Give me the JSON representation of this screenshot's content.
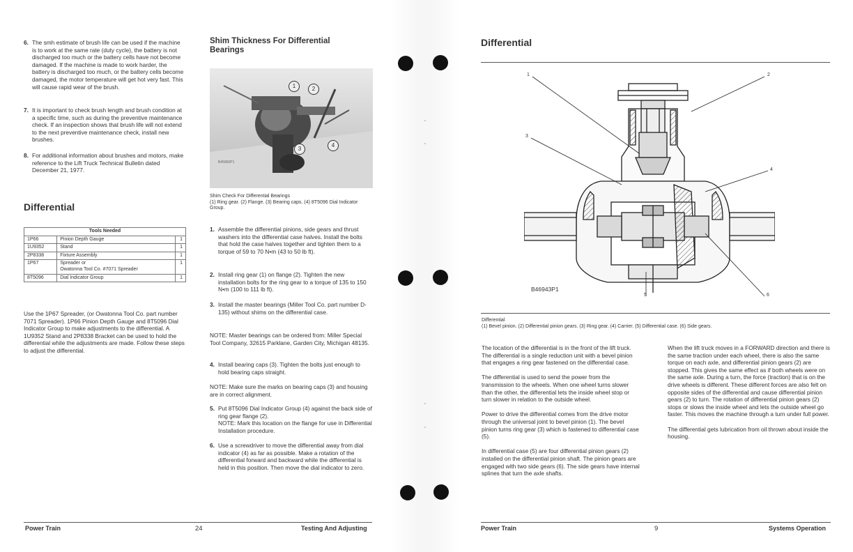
{
  "left_page": {
    "col1_items": [
      {
        "num": "6.",
        "text": "The smh estimate of brush life can be used if the machine is to work at the same rate (duty cycle), the battery is not discharged too much or the battery cells have not become damaged. If the machine is made to work harder, the battery is discharged too much, or the battery cells become damaged, the motor temperature will get hot very fast. This will cause rapid wear of the brush."
      },
      {
        "num": "7.",
        "text": "It is important to check brush length and brush condition at a specific time, such as during the preventive maintenance check. If an inspection shows that brush life will not extend to the next preventive maintenance check, install new brushes."
      },
      {
        "num": "8.",
        "text": "For additional information about brushes and motors, make reference to the Lift Truck Technical Bulletin dated December 21, 1977."
      }
    ],
    "section_title": "Differential",
    "tools_table": {
      "header": "Tools Needed",
      "rows": [
        {
          "part": "1P66",
          "desc": "Pinion Depth Gauge",
          "qty": "1"
        },
        {
          "part": "1U9352",
          "desc": "Stand",
          "qty": "1"
        },
        {
          "part": "2P8338",
          "desc": "Fixture Assembly",
          "qty": "1"
        },
        {
          "part": "1P67",
          "desc": "Spreader or",
          "desc2": "Owatonna Tool Co. #7071 Spreader",
          "qty": "1"
        },
        {
          "part": "8T5096",
          "desc": "Dial Indicator Group",
          "qty": "1"
        }
      ]
    },
    "intro_paragraph": "Use the 1P67 Spreader, (or Owatonna Tool Co. part number 7071 Spreader). 1P66 Pinion Depth Gauge and 8T5096 Dial Indicator Group to make adjustments to the differential. A 1U9352 Stand and 2P8338 Bracket can be used to hold the differential while the adjustments are made. Follow these steps to adjust the differential.",
    "shim_title": "Shim Thickness For Differential Bearings",
    "photo_code": "B45960P1",
    "photo_callouts": [
      "1",
      "2",
      "3",
      "4"
    ],
    "photo_caption_title": "Shim Check For Differential Bearings",
    "photo_caption_text": "(1) Ring gear. (2) Flange. (3) Bearing caps. (4) 8T5096 Dial Indicator Group.",
    "steps": [
      {
        "num": "1.",
        "text": "Assemble the differential pinions, side gears and thrust washers into the differential case halves. Install the bolts that hold the case halves together and tighten them to a torque of 59 to 70 N•m (43 to 50 lb ft)."
      },
      {
        "num": "2.",
        "text": "Install ring gear (1) on flange (2). Tighten the new installation bolts for the ring gear to a torque of 135 to 150 N•m (100 to 111 lb ft)."
      },
      {
        "num": "3.",
        "text": "Install the master bearings (Miller Tool Co. part number D-135) without shims on the differential case."
      }
    ],
    "note1": "NOTE: Master bearings can be ordered from: Miller Special Tool Company, 32615 Parklane, Garden City, Michigan 48135.",
    "step4": {
      "num": "4.",
      "text": "Install bearing caps (3). Tighten the bolts just enough to hold bearing caps straight."
    },
    "note2": "NOTE: Make sure the marks on bearing caps (3) and housing are in correct alignment.",
    "step5": {
      "num": "5.",
      "text": "Put 8T5096 Dial Indicator Group (4) against the back side of ring gear flange (2).",
      "note": "NOTE: Mark this location on the flange for use in Differential Installation procedure."
    },
    "step6": {
      "num": "6.",
      "text": "Use a screwdriver to move the differential away from dial indicator (4) as far as possible. Make a rotation of the differential forward and backward while the differential is held in this position. Then move the dial indicator to zero."
    },
    "footer_left": "Power Train",
    "footer_num": "24",
    "footer_right": "Testing And Adjusting"
  },
  "right_page": {
    "title": "Differential",
    "diagram_callouts": [
      "1",
      "2",
      "3",
      "4",
      "5",
      "6"
    ],
    "diagram_code": "B46943P1",
    "caption_title": "Differential",
    "caption_text": "(1) Bevel pinion. (2) Differential pinion gears. (3) Ring gear. (4) Carrier. (5) Differential case. (6) Side gears.",
    "col1_paragraphs": [
      "The location of the differential is in the front of the lift truck. The differential is a single reduction unit with a bevel pinion that engages a ring gear fastened on the differential case.",
      "The differential is used to send the power from the transmission to the wheels. When one wheel turns slower than the other, the differential lets the inside wheel stop or turn slower in relation to the outside wheel.",
      "Power to drive the differential comes from the drive motor through the universal joint to bevel pinion (1). The bevel pinion turns ring gear (3) which is fastened to differential case (5).",
      "In differential case (5) are four differential pinion gears (2) installed on the differential pinion shaft. The pinion gears are engaged with two side gears (6). The side gears have internal splines that turn the axle shafts."
    ],
    "col2_paragraphs": [
      "When the lift truck moves in a FORWARD direction and there is the same traction under each wheel, there is also the same torque on each axle, and differential pinion gears (2) are stopped. This gives the same effect as if both wheels were on the same axle. During a turn, the force (traction) that is on the drive wheels is different. These different forces are also felt on opposite sides of the differential and cause differential pinion gears (2) to turn. The rotation of differential pinion gears (2) stops or slows the inside wheel and lets the outside wheel go faster. This moves the machine through a turn under full power.",
      "The differential gets lubrication from oil thrown about inside the housing."
    ],
    "footer_left": "Power Train",
    "footer_num": "9",
    "footer_right": "Systems Operation"
  }
}
